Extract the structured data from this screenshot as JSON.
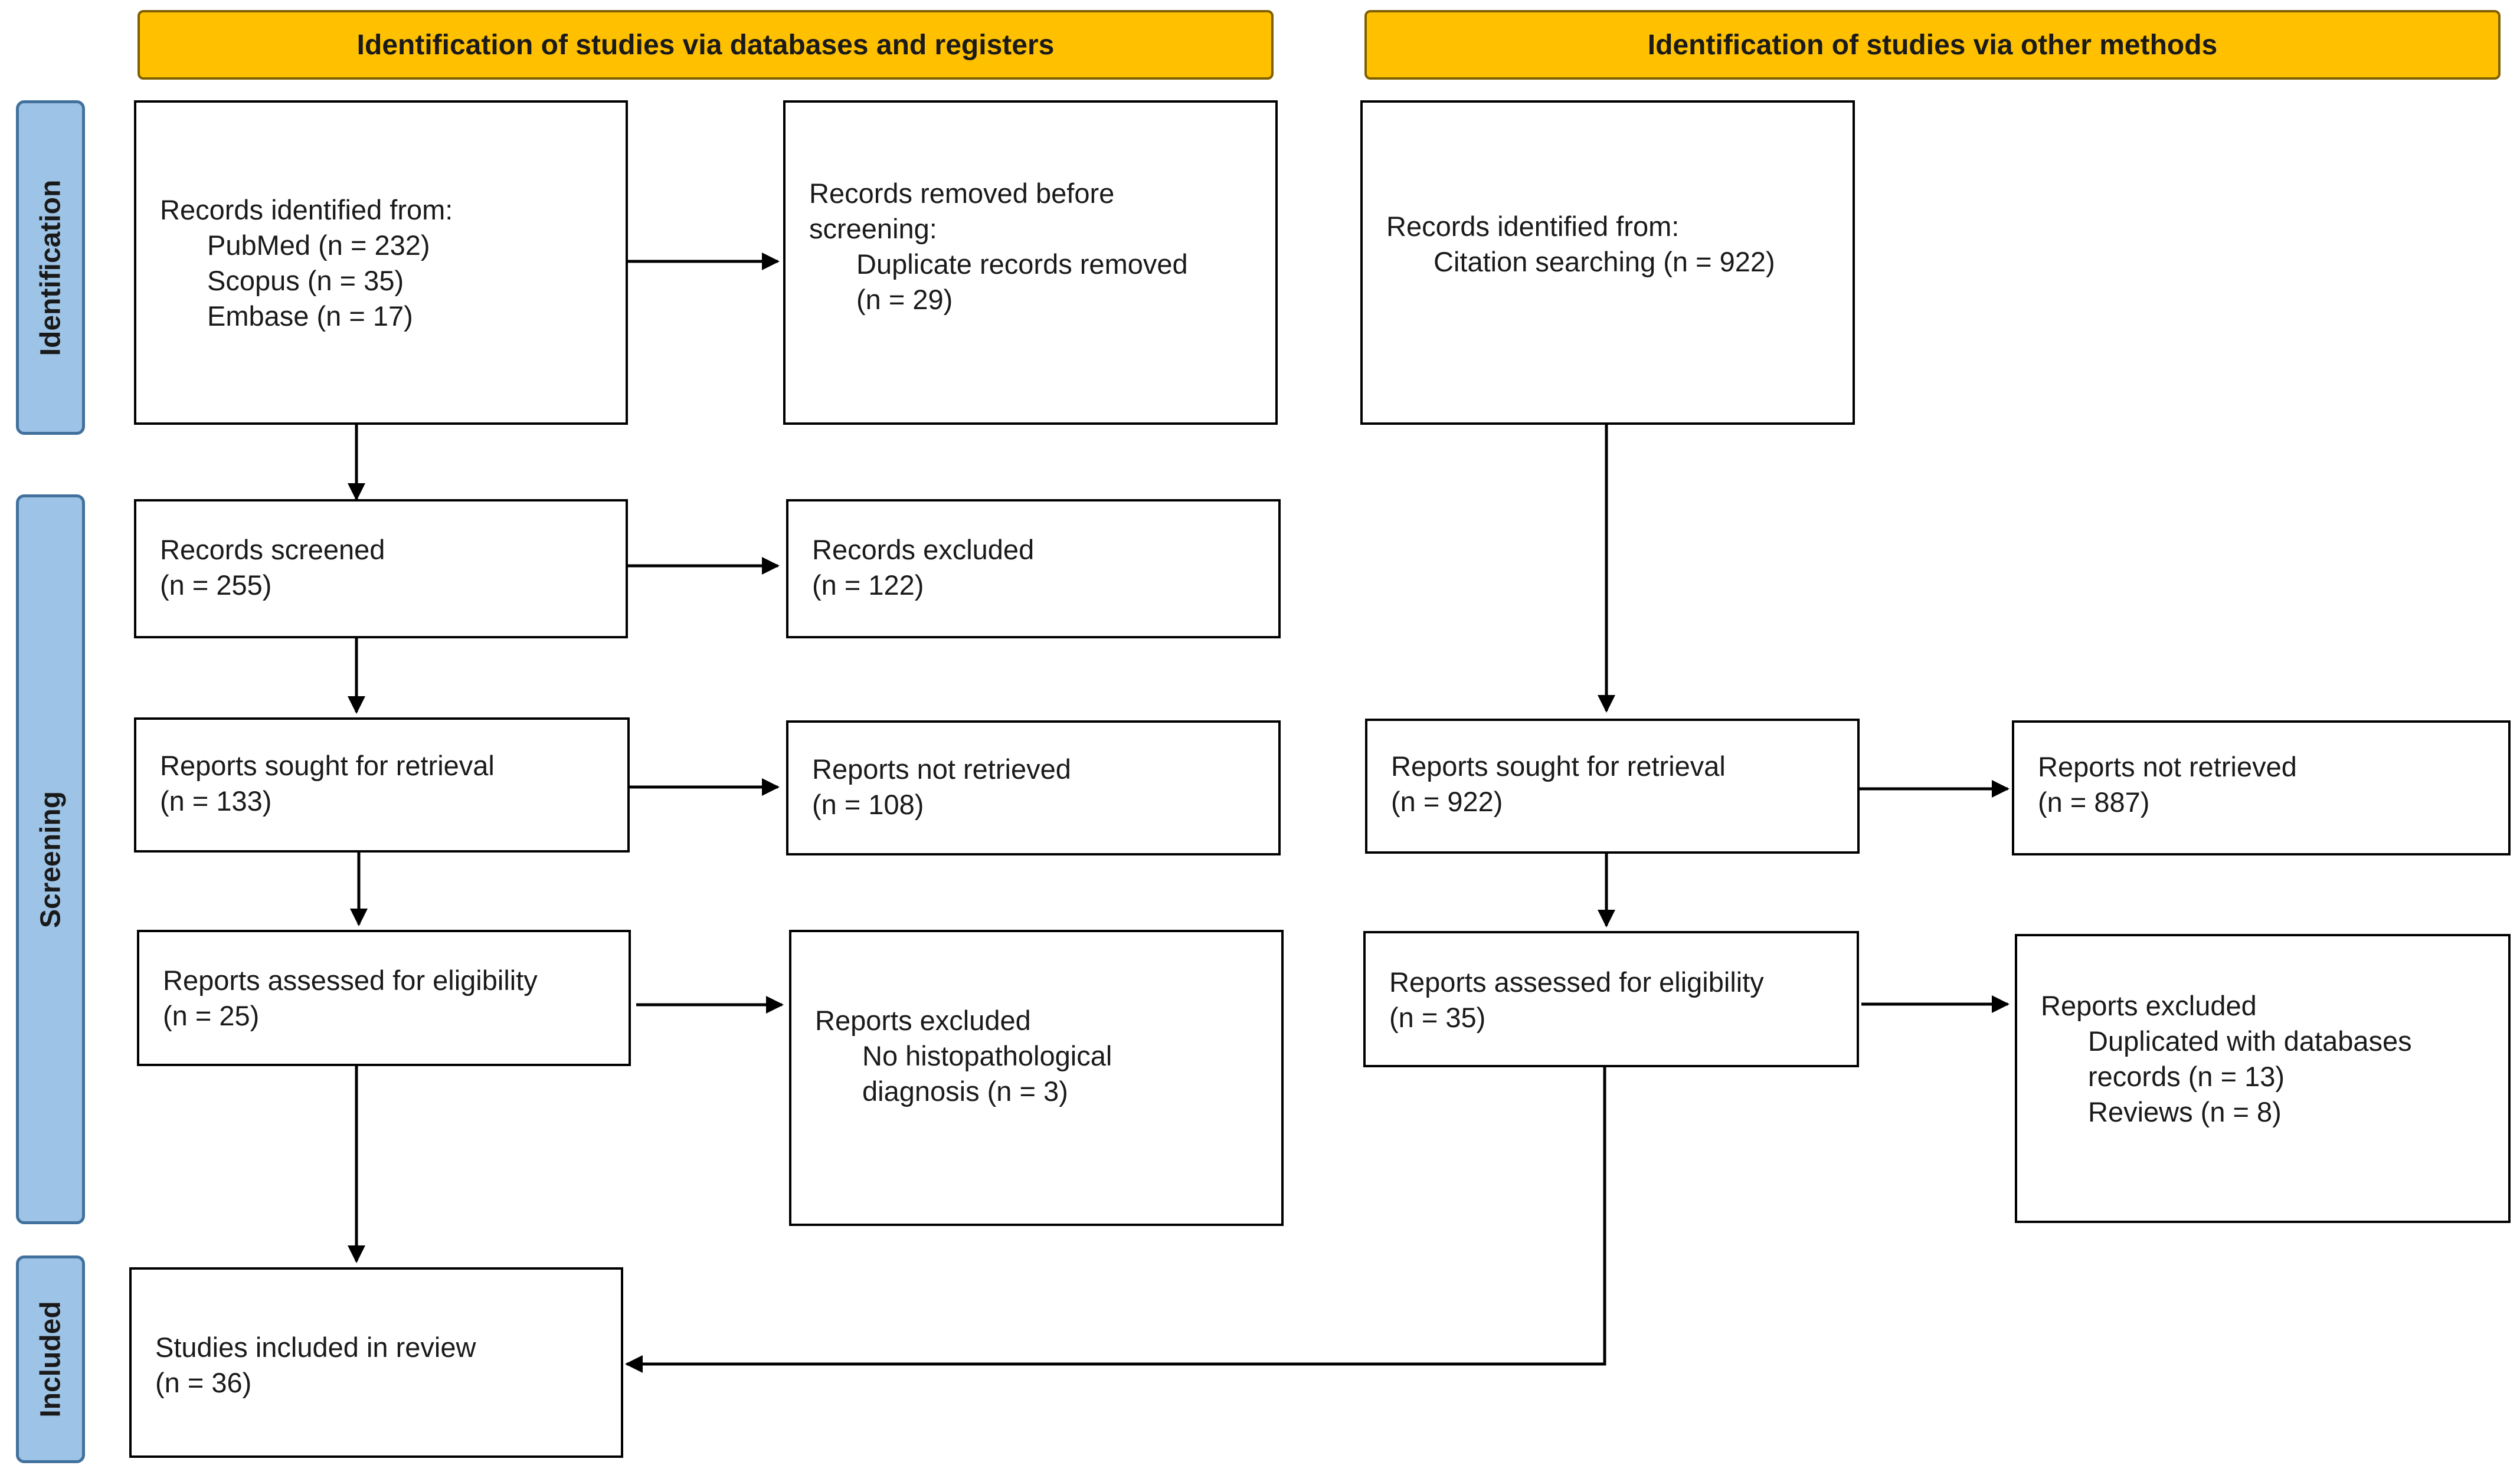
{
  "headers": {
    "databases": "Identification of studies via databases and registers",
    "other": "Identification of studies via other methods"
  },
  "phases": {
    "identification": "Identification",
    "screening": "Screening",
    "included": "Included"
  },
  "boxes": {
    "db_identified": {
      "title": "Records identified from:",
      "lines": [
        "PubMed (n = 232)",
        "Scopus (n = 35)",
        "Embase (n = 17)"
      ]
    },
    "db_removed": {
      "title1": "Records removed before",
      "title2": "screening:",
      "lines": [
        "Duplicate records removed",
        "(n = 29)"
      ]
    },
    "db_screened": {
      "title": "Records screened",
      "n": "(n = 255)"
    },
    "db_excluded": {
      "title": "Records excluded",
      "n": "(n = 122)"
    },
    "db_sought": {
      "title": "Reports sought for retrieval",
      "n": "(n = 133)"
    },
    "db_not_retrieved": {
      "title": "Reports not retrieved",
      "n": "(n = 108)"
    },
    "db_assessed": {
      "title": "Reports assessed for eligibility",
      "n": "(n = 25)"
    },
    "db_reports_excluded": {
      "title": "Reports excluded",
      "lines": [
        "No histopathological",
        "diagnosis (n = 3)"
      ]
    },
    "included": {
      "title": "Studies included in review",
      "n": "(n = 36)"
    },
    "other_identified": {
      "title": "Records identified from:",
      "lines": [
        "Citation searching (n = 922)"
      ]
    },
    "other_sought": {
      "title": "Reports sought for retrieval",
      "n": "(n = 922)"
    },
    "other_not_retrieved": {
      "title": "Reports not retrieved",
      "n": "(n = 887)"
    },
    "other_assessed": {
      "title": "Reports assessed for eligibility",
      "n": "(n = 35)"
    },
    "other_reports_excluded": {
      "title": "Reports excluded",
      "lines": [
        "Duplicated with databases",
        "records (n = 13)",
        "Reviews (n = 8)"
      ]
    }
  }
}
